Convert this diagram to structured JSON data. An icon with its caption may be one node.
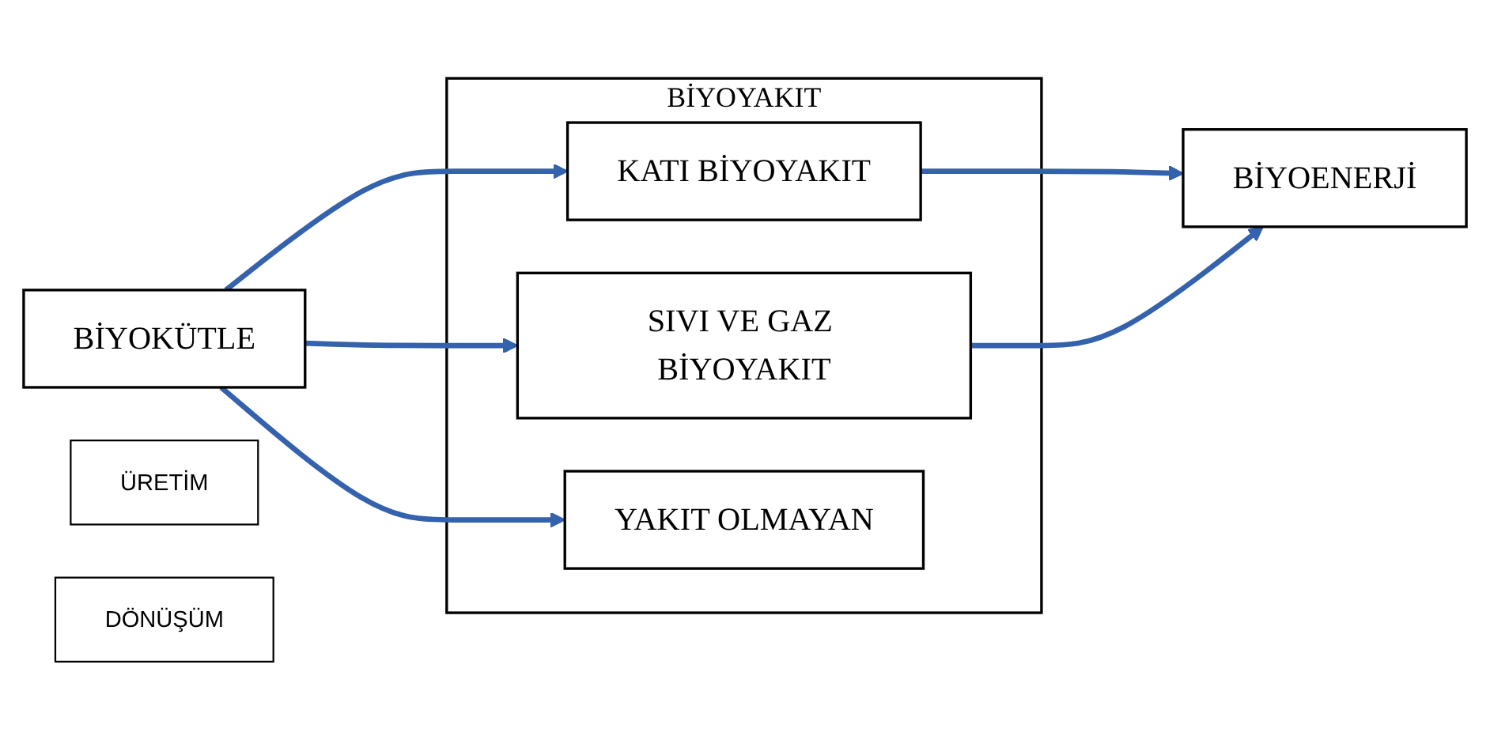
{
  "diagram": {
    "nodes": [
      {
        "text": [
          "BİYOKÜTLE"
        ]
      },
      {
        "text": [
          "ÜRETİM"
        ]
      },
      {
        "text": [
          "BİYOYAKIT"
        ]
      },
      {
        "text": [
          "KATI BİYOYAKIT"
        ],
        "in": 2
      },
      {
        "text": [
          "SIVI VE GAZ BİYOYAKIT"
        ],
        "in": 2
      },
      {
        "text": [
          "YAKIT OLMAYAN"
        ],
        "in": 2
      },
      {
        "text": [
          "DÖNÜŞÜM"
        ]
      },
      {
        "text": [
          "BİYOENERJİ"
        ]
      }
    ],
    "edges": [
      {
        "from": 0,
        "to": 3,
        "arrow": "to"
      },
      {
        "from": 0,
        "to": 4,
        "arrow": "to"
      },
      {
        "from": 0,
        "to": 5,
        "arrow": "to"
      },
      {
        "from": 3,
        "to": 7,
        "arrow": "to"
      },
      {
        "from": 4,
        "to": 7,
        "arrow": "to"
      }
    ]
  }
}
